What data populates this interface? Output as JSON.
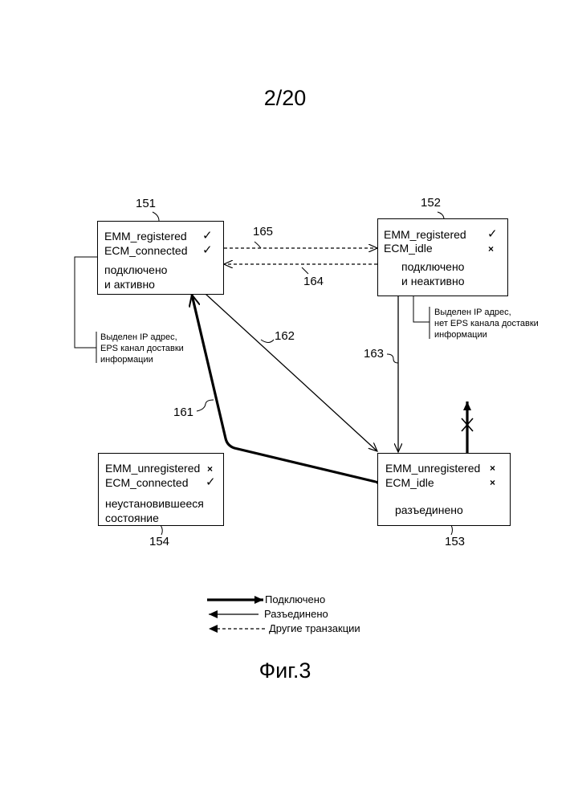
{
  "page_number": "2/20",
  "figure_caption": "Фиг.3",
  "check_symbol": "✓",
  "cross_symbol": "×",
  "boxes": {
    "b151": {
      "ref": "151",
      "lines": [
        "EMM_registered",
        "ECM_connected"
      ],
      "marks": [
        "check",
        "check"
      ],
      "state": [
        "подключено",
        "и активно"
      ]
    },
    "b152": {
      "ref": "152",
      "lines": [
        "EMM_registered",
        "ECM_idle"
      ],
      "marks": [
        "check",
        "cross"
      ],
      "state": [
        "подключено",
        "и неактивно"
      ]
    },
    "b153": {
      "ref": "153",
      "lines": [
        "EMM_unregistered",
        "ECM_idle"
      ],
      "marks": [
        "cross",
        "cross"
      ],
      "state": [
        "разъединено"
      ]
    },
    "b154": {
      "ref": "154",
      "lines": [
        "EMM_unregistered",
        "ECM_connected"
      ],
      "marks": [
        "cross",
        "check"
      ],
      "state": [
        "неустановившееся",
        "состояние"
      ]
    }
  },
  "transitions": {
    "t161": "161",
    "t162": "162",
    "t163": "163",
    "t164": "164",
    "t165": "165"
  },
  "notes": {
    "n151": [
      "Выделен IP адрес,",
      "EPS канал доставки",
      "информации"
    ],
    "n152": [
      "Выделен IP адрес,",
      "нет EPS канала доставки",
      "информации"
    ]
  },
  "legend": {
    "connected": "Подключено",
    "disconnected": "Разъединено",
    "other": "Другие транзакции"
  }
}
